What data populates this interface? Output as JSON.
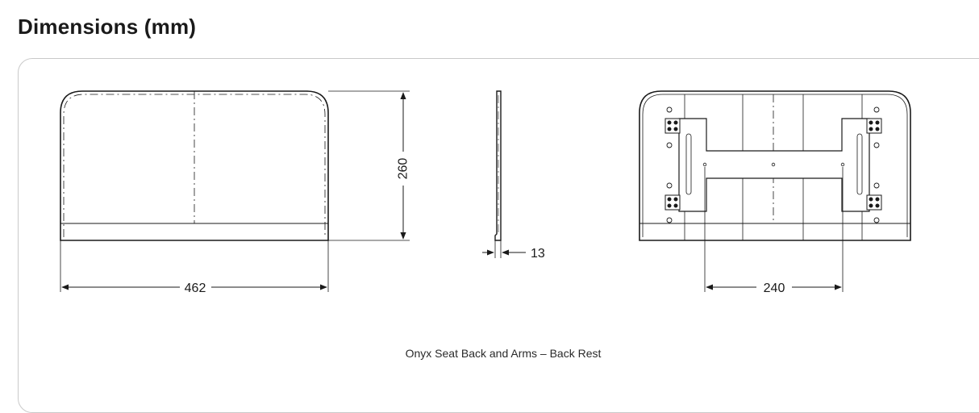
{
  "page": {
    "title": "Dimensions (mm)",
    "caption": "Onyx Seat Back and Arms – Back Rest"
  },
  "dimensions": {
    "width": "462",
    "height": "260",
    "thickness": "13",
    "mount_spacing": "240"
  },
  "colors": {
    "line": "#1a1a1a",
    "panel_border": "#c9c9c9"
  }
}
